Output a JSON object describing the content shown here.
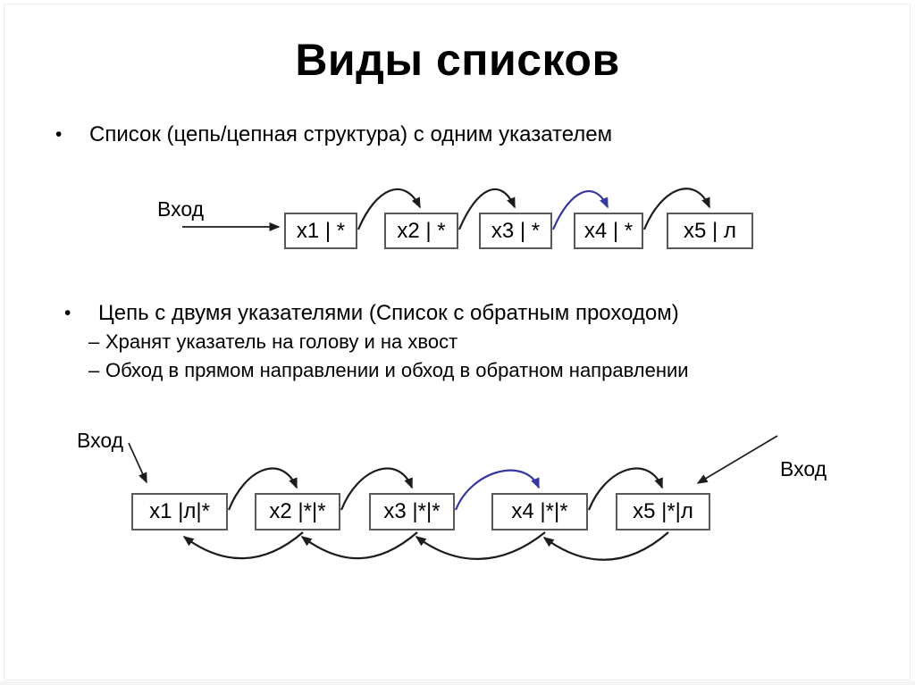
{
  "slide": {
    "title": "Виды списков",
    "bullets": [
      {
        "marker": "•",
        "text": "Список (цепь/цепная структура) с одним указателем"
      },
      {
        "marker": "•",
        "text": "Цепь с двумя указателями (Список с обратным проходом)"
      }
    ],
    "sub_bullets": [
      {
        "marker": "–",
        "text": "Хранят указатель на голову и на хвост"
      },
      {
        "marker": "–",
        "text": "Обход в прямом направлении и обход в обратном направлении"
      }
    ]
  },
  "diagram1": {
    "entry_label": "Вход",
    "nodes": [
      "x1 | *",
      "x2 | *",
      "x3 | *",
      "x4 | *",
      "x5 | л"
    ]
  },
  "diagram2": {
    "entry_label_left": "Вход",
    "entry_label_right": "Вход",
    "nodes": [
      "x1 |л|*",
      "x2 |*|*",
      "x3 |*|*",
      "x4 |*|*",
      "x5 |*|л"
    ]
  },
  "colors": {
    "arrow_black": "#1c1c1c",
    "arrow_blue": "#3737a3",
    "box_border": "#595959"
  }
}
